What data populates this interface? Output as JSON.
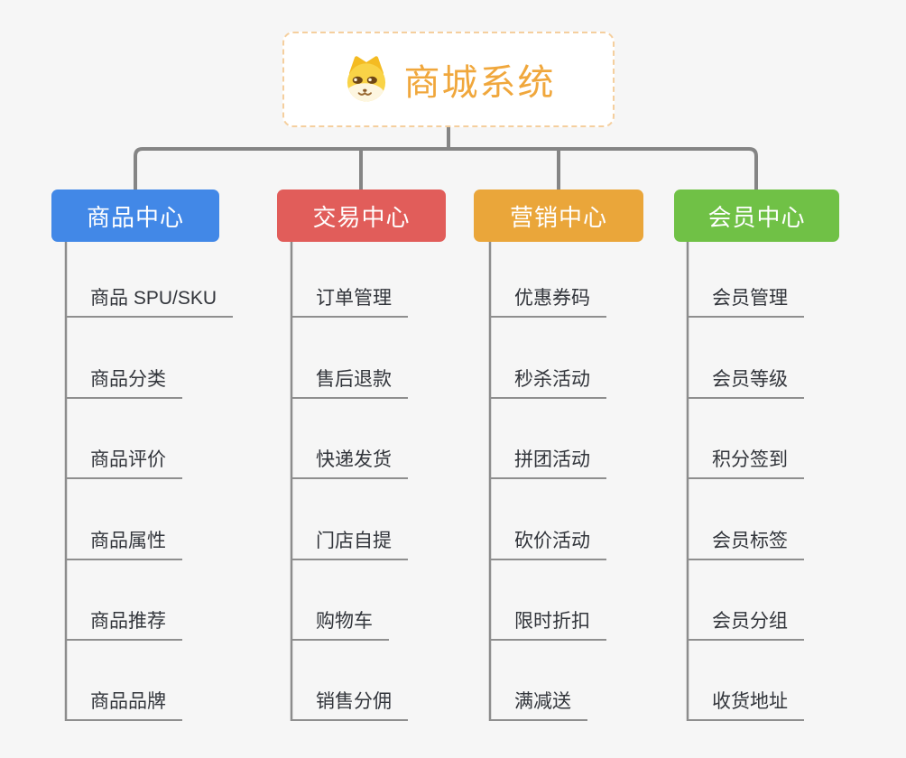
{
  "diagram": {
    "type": "mindmap-org-chart",
    "background_color": "#f6f6f6",
    "connector_color": "#858585"
  },
  "root": {
    "label": "商城系统",
    "icon": "doge-dog-icon",
    "text_color": "#f0a73c",
    "border_color": "#f5cf9e",
    "background": "#ffffff"
  },
  "branches": [
    {
      "label": "商品中心",
      "color": "#4288e7",
      "items": [
        {
          "label": "商品 SPU/SKU"
        },
        {
          "label": "商品分类"
        },
        {
          "label": "商品评价"
        },
        {
          "label": "商品属性"
        },
        {
          "label": "商品推荐"
        },
        {
          "label": "商品品牌"
        }
      ]
    },
    {
      "label": "交易中心",
      "color": "#e15d5a",
      "items": [
        {
          "label": "订单管理"
        },
        {
          "label": "售后退款"
        },
        {
          "label": "快递发货"
        },
        {
          "label": "门店自提"
        },
        {
          "label": "购物车"
        },
        {
          "label": "销售分佣"
        }
      ]
    },
    {
      "label": "营销中心",
      "color": "#eaa63a",
      "items": [
        {
          "label": "优惠券码"
        },
        {
          "label": "秒杀活动"
        },
        {
          "label": "拼团活动"
        },
        {
          "label": "砍价活动"
        },
        {
          "label": "限时折扣"
        },
        {
          "label": "满减送"
        }
      ]
    },
    {
      "label": "会员中心",
      "color": "#70c146",
      "items": [
        {
          "label": "会员管理"
        },
        {
          "label": "会员等级"
        },
        {
          "label": "积分签到"
        },
        {
          "label": "会员标签"
        },
        {
          "label": "会员分组"
        },
        {
          "label": "收货地址"
        }
      ]
    }
  ]
}
